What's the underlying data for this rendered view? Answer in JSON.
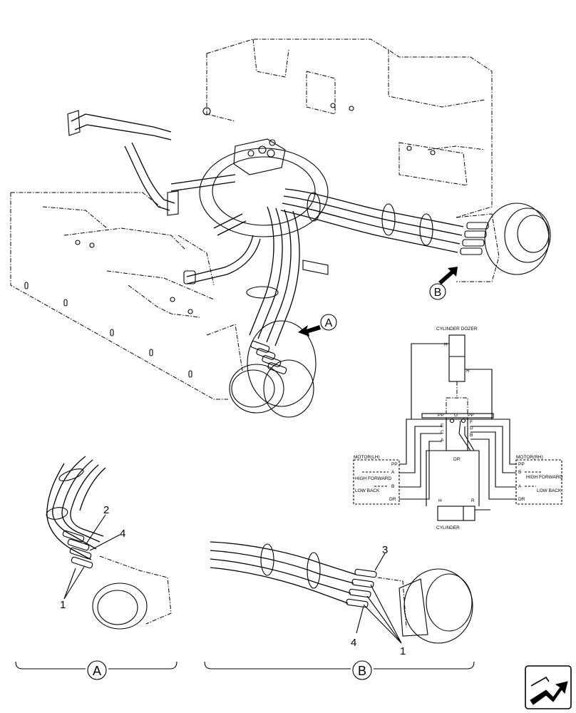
{
  "views": {
    "A": {
      "label": "A"
    },
    "B": {
      "label": "B"
    }
  },
  "callouts": {
    "A_detail": [
      "1",
      "2",
      "4"
    ],
    "B_detail": [
      "3",
      "4",
      "1"
    ]
  },
  "schematic": {
    "cylinder_dozer": "CYLINDER DOZER",
    "cylinder": "CYLINDER",
    "cyl_top_ports": [
      "H",
      "R"
    ],
    "cyl_bottom_ports": [
      "H",
      "R"
    ],
    "valve_left_ports": [
      "PP",
      "E",
      "C",
      "A"
    ],
    "valve_right_ports": [
      "PP",
      "F",
      "D",
      "B"
    ],
    "valve_center": "G",
    "valve_bottom": "DR",
    "motor_lh": {
      "title": "MOTOR(LH)",
      "ports": [
        "PP",
        "A",
        "B",
        "DR"
      ],
      "high": "HIGH FORWARD",
      "low": "LOW BACK"
    },
    "motor_rh": {
      "title": "MOTOR(RH)",
      "ports": [
        "PP",
        "B",
        "A",
        "DR"
      ],
      "high": "HIGH FORWARD",
      "low": "LOW BACK"
    }
  },
  "icons": {
    "corner": "page-turn-arrow-icon"
  }
}
